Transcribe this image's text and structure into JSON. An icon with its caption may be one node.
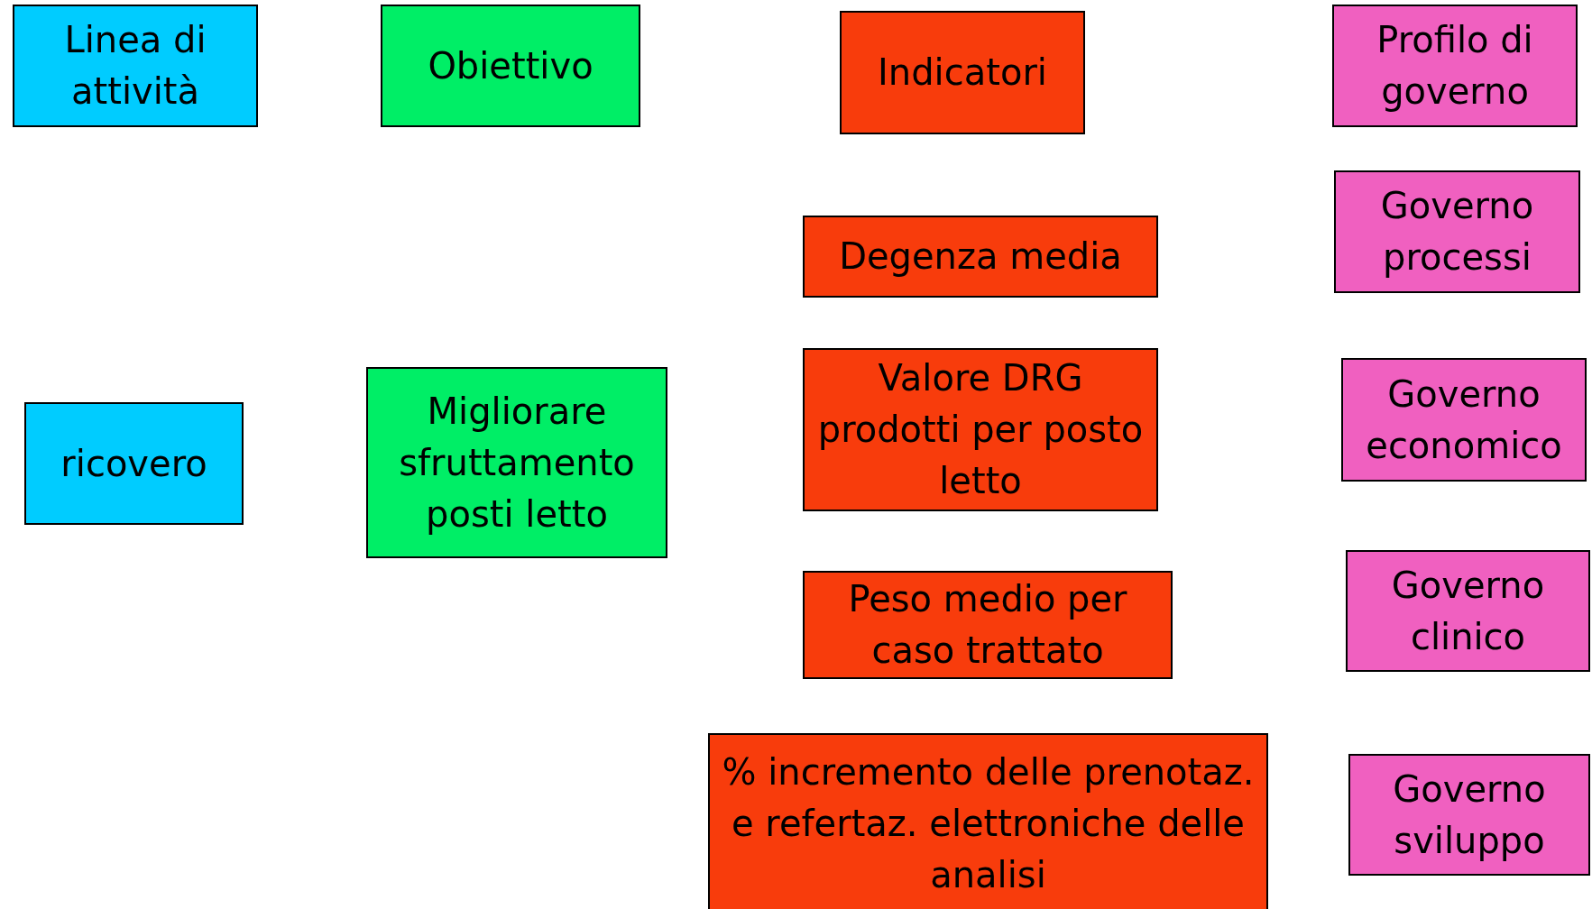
{
  "diagram": {
    "nodes": [
      {
        "text": [
          "Linea di attività"
        ]
      },
      {
        "text": [
          "Obiettivo"
        ]
      },
      {
        "text": [
          "Indicatori"
        ]
      },
      {
        "text": [
          "Profilo di governo"
        ]
      },
      {
        "text": [
          "Governo processi"
        ]
      },
      {
        "text": [
          "Degenza media"
        ]
      },
      {
        "text": [
          "ricovero"
        ]
      },
      {
        "text": [
          "Migliorare sfruttamento posti letto"
        ]
      },
      {
        "text": [
          "Valore DRG prodotti per posto letto"
        ]
      },
      {
        "text": [
          "Governo economico"
        ]
      },
      {
        "text": [
          "Peso medio per caso trattato"
        ]
      },
      {
        "text": [
          "Governo clinico"
        ]
      },
      {
        "text": [
          "% incremento delle prenotaz. e refertaz. elettroniche delle analisi"
        ]
      },
      {
        "text": [
          "Governo sviluppo"
        ]
      }
    ],
    "edges": []
  }
}
